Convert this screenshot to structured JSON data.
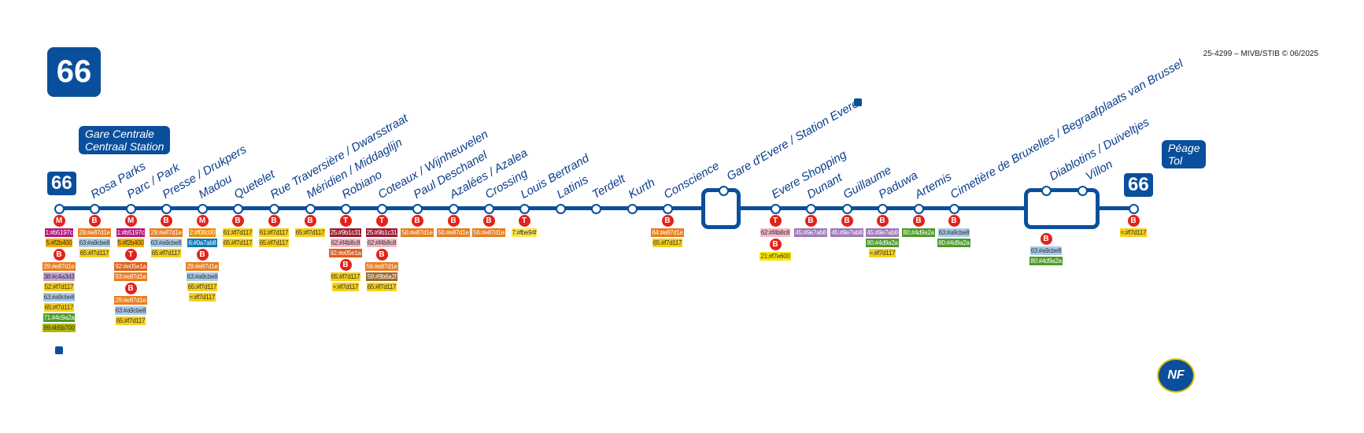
{
  "line_number": "66",
  "credit": "25-4299 – MIVB/STIB © 06/2025",
  "colors": {
    "line": "#0a4f9c",
    "mode": "#e2231a"
  },
  "terminus_start": {
    "number": "66",
    "name_fr": "Gare Centrale",
    "name_nl": "Centraal Station"
  },
  "terminus_end": {
    "number": "66",
    "name_fr": "Péage",
    "name_nl": "Tol"
  },
  "stops": [
    {
      "name": "Gare Centrale / Centraal Station",
      "conn": [
        [
          "M",
          "1:#b5197c",
          "5:#f2b400"
        ],
        [
          "B",
          "29:#e87d1e",
          "38:#c4a3d3"
        ],
        [
          "",
          "52:#f7d117",
          "63:#a9cbe8"
        ],
        [
          "",
          "65:#f7d117",
          "71:#4c9a2a"
        ],
        [
          "",
          "89:#b5b700"
        ]
      ],
      "train": true
    },
    {
      "name": "Rosa Parks",
      "conn": [
        [
          "B",
          "29:#e87d1e",
          "63:#a9cbe8"
        ],
        [
          "",
          "65:#f7d117"
        ]
      ]
    },
    {
      "name": "Parc / Park",
      "conn": [
        [
          "M",
          "1:#b5197c",
          "5:#f2b400"
        ],
        [
          "T",
          "92:#e05e1a",
          "93:#e87d1e"
        ],
        [
          "B",
          "29:#e87d1e",
          "63:#a9cbe8"
        ],
        [
          "",
          "65:#f7d117"
        ]
      ]
    },
    {
      "name": "Presse / Drukpers",
      "conn": [
        [
          "B",
          "29:#e87d1e",
          "63:#a9cbe8"
        ],
        [
          "",
          "65:#f7d117"
        ]
      ]
    },
    {
      "name": "Madou",
      "conn": [
        [
          "M",
          "2:#f08c00",
          "6:#0a7ab8"
        ],
        [
          "B",
          "29:#e87d1e",
          "63:#a9cbe8"
        ],
        [
          "",
          "65:#f7d117",
          "≈:#f7d117"
        ]
      ]
    },
    {
      "name": "Quetelet",
      "conn": [
        [
          "B",
          "61:#f7d117",
          "65:#f7d117"
        ]
      ]
    },
    {
      "name": "Rue Traversière / Dwarsstraat",
      "conn": [
        [
          "B",
          "61:#f7d117",
          "65:#f7d117"
        ]
      ]
    },
    {
      "name": "Méridien / Middaglijn",
      "conn": [
        [
          "B",
          "65:#f7d117"
        ]
      ]
    },
    {
      "name": "Robiano",
      "conn": [
        [
          "T",
          "25:#9b1c31",
          "62:#f4b8c8"
        ],
        [
          "",
          "92:#e05e1a"
        ],
        [
          "B",
          "65:#f7d117",
          "≈:#f7d117"
        ]
      ]
    },
    {
      "name": "Coteaux / Wijnheuvelen",
      "conn": [
        [
          "T",
          "25:#9b1c31",
          "62:#f4b8c8"
        ],
        [
          "B",
          "56:#e87d1e",
          "59:#9b6a2f"
        ],
        [
          "",
          "65:#f7d117"
        ]
      ]
    },
    {
      "name": "Paul Deschanel",
      "conn": [
        [
          "B",
          "56:#e87d1e"
        ]
      ]
    },
    {
      "name": "Azalées / Azalea",
      "conn": [
        [
          "B",
          "56:#e87d1e"
        ]
      ]
    },
    {
      "name": "Crossing",
      "conn": [
        [
          "B",
          "56:#e87d1e"
        ]
      ]
    },
    {
      "name": "Louis Bertrand",
      "conn": [
        [
          "T",
          "7:#fbe94f"
        ]
      ]
    },
    {
      "name": "Latinis",
      "conn": []
    },
    {
      "name": "Terdelt",
      "conn": []
    },
    {
      "name": "Kurth",
      "conn": []
    },
    {
      "name": "Conscience",
      "conn": [
        [
          "B",
          "64:#e87d1e",
          "65:#f7d117"
        ]
      ]
    },
    {
      "name": "Gare d'Evere / Station Evere",
      "conn": [],
      "train": true
    },
    {
      "name": "Evere Shopping",
      "conn": [
        [
          "T",
          "62:#f4b8c8"
        ],
        [
          "B",
          "21:#f7e600"
        ]
      ]
    },
    {
      "name": "Dunant",
      "conn": [
        [
          "B",
          "45:#9e7ab8"
        ]
      ]
    },
    {
      "name": "Guillaume",
      "conn": [
        [
          "B",
          "45:#9e7ab8"
        ]
      ]
    },
    {
      "name": "Paduwa",
      "conn": [
        [
          "B",
          "45:#9e7ab8",
          "80:#4d9a2a"
        ],
        [
          "",
          "≈:#f7d117"
        ]
      ]
    },
    {
      "name": "Artemis",
      "conn": [
        [
          "B",
          "80:#4d9a2a"
        ]
      ]
    },
    {
      "name": "Cimetière de Bruxelles / Begraafplaats van Brussel",
      "conn": [
        [
          "B",
          "63:#a9cbe8",
          "80:#4d9a2a"
        ]
      ]
    },
    {
      "name": "Diablotins / Duiveltjes",
      "conn": [
        [
          "B",
          "63:#a9cbe8",
          "80:#4d9a2a"
        ]
      ]
    },
    {
      "name": "Villon",
      "conn": []
    },
    {
      "name": "Péage / Tol",
      "conn": [
        [
          "B",
          "≈:#f7d117"
        ]
      ]
    }
  ]
}
